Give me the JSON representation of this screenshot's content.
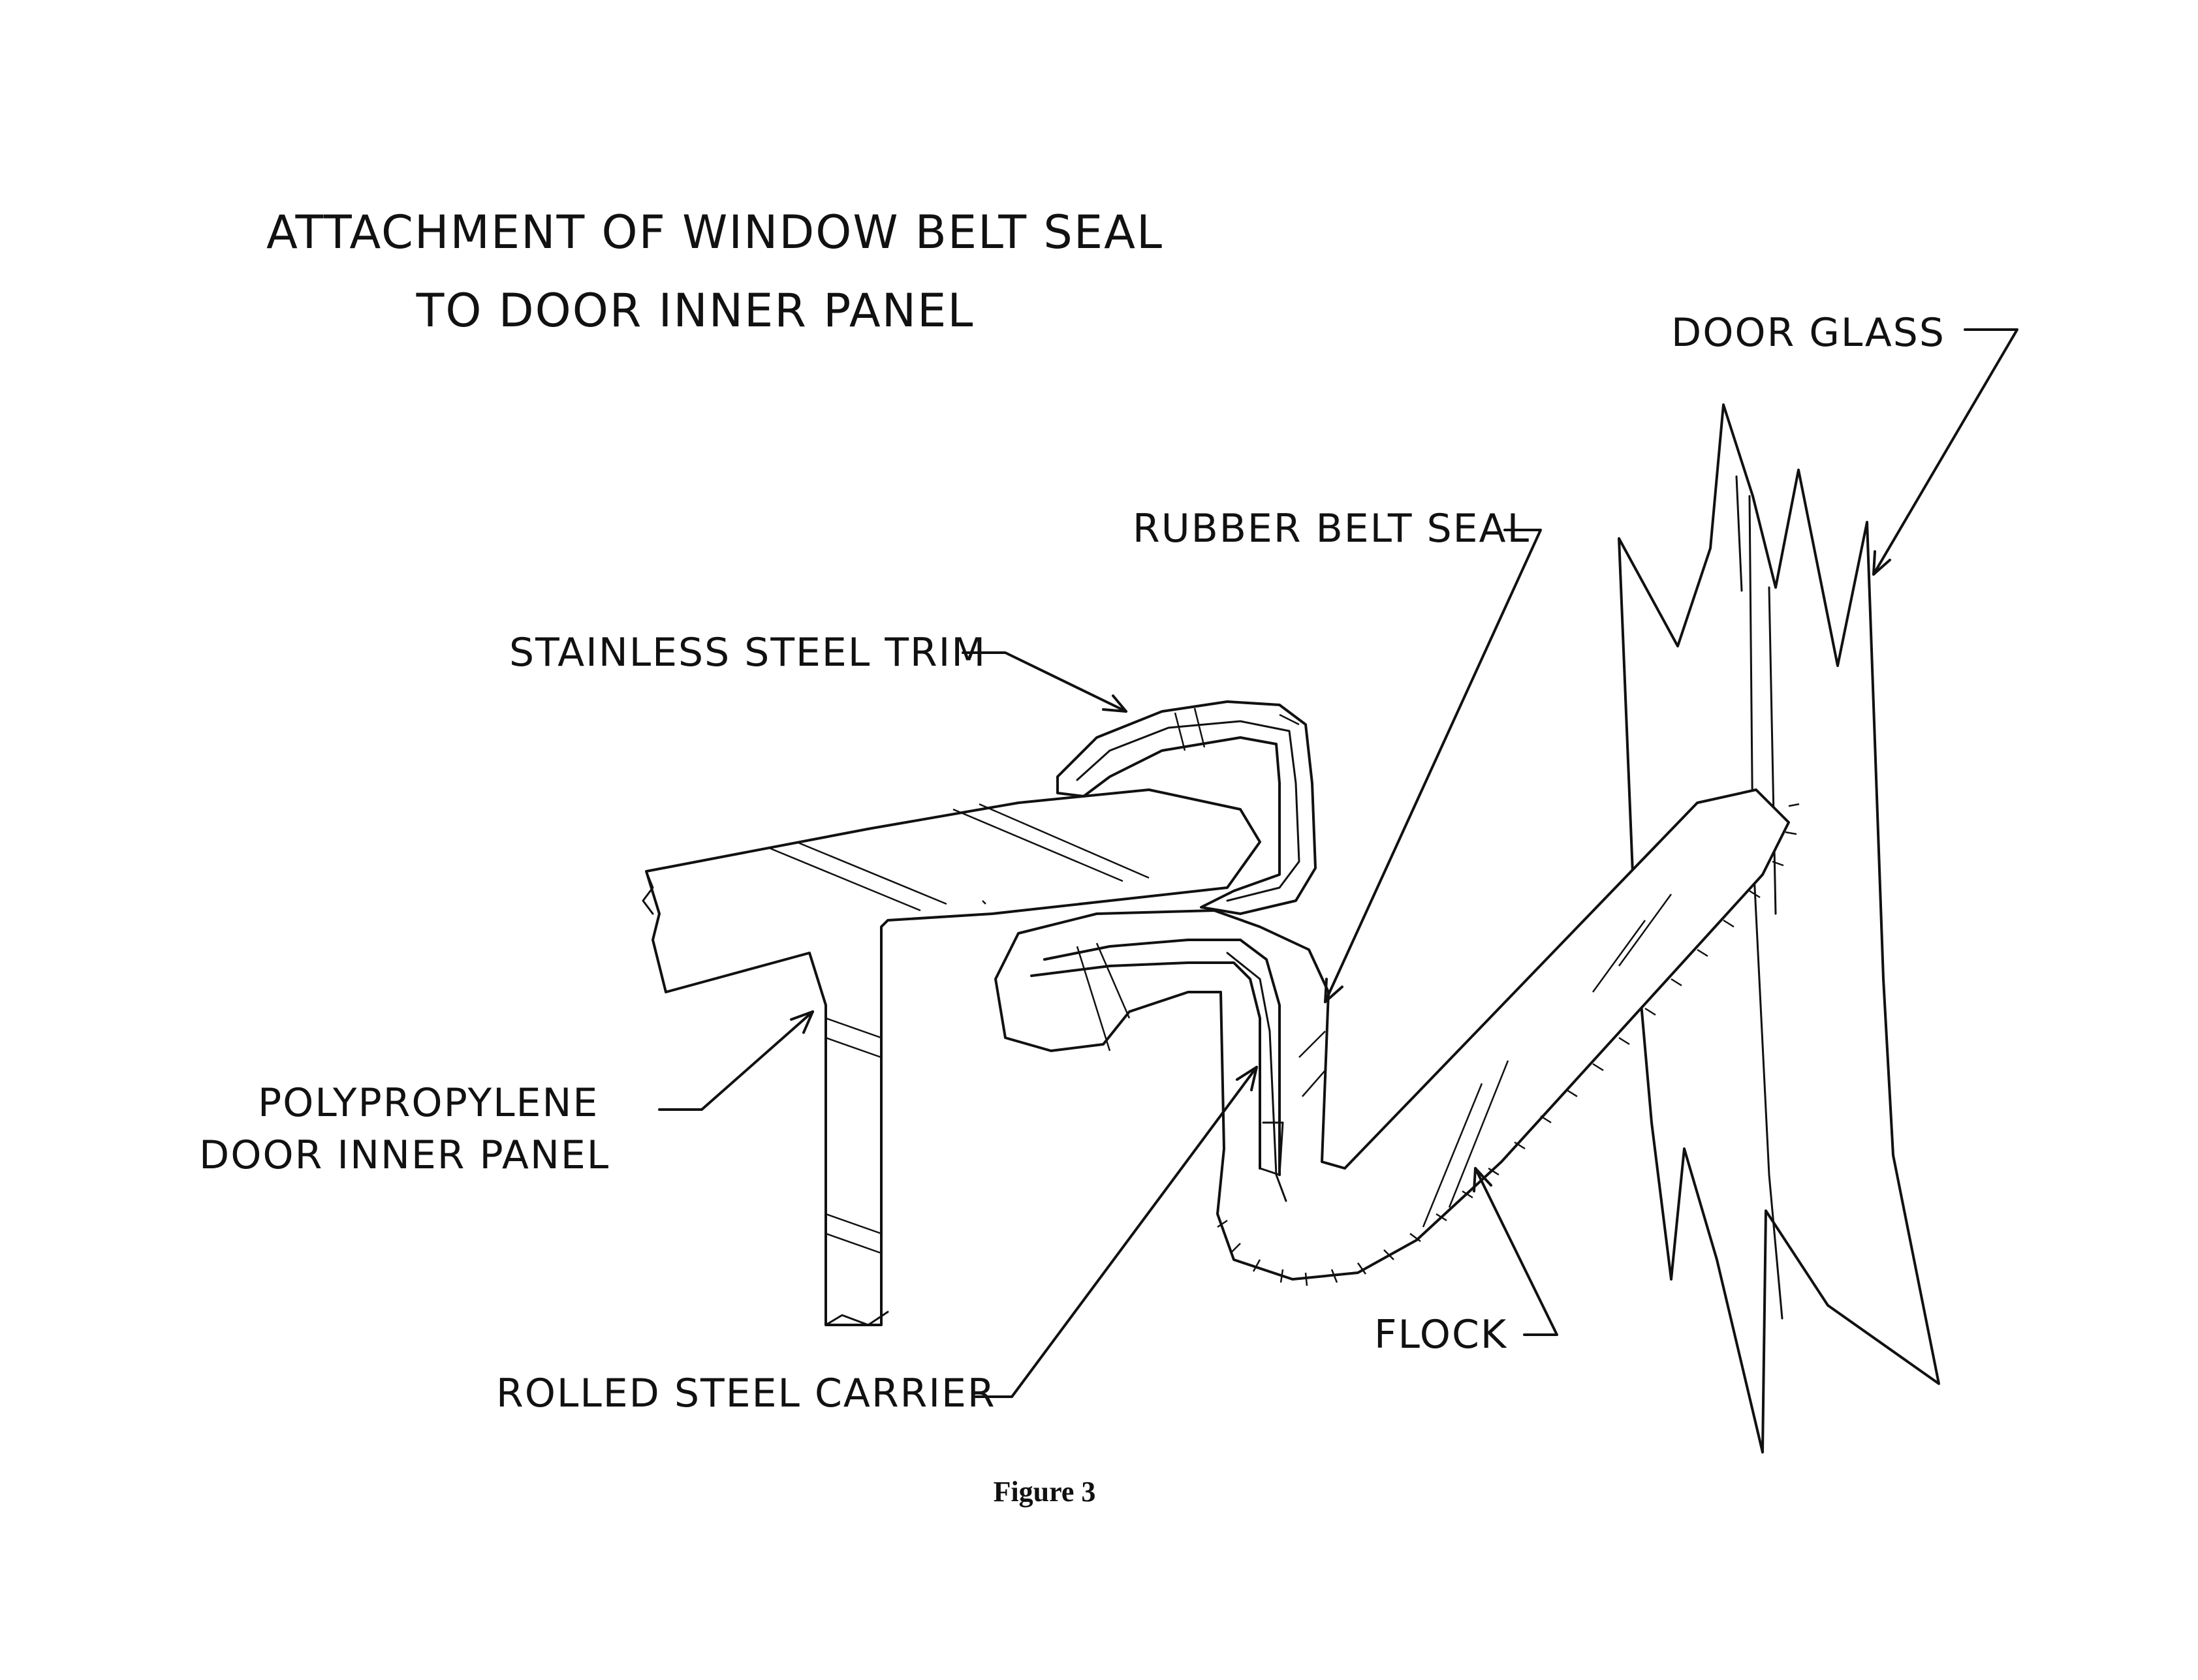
{
  "figure": {
    "title_line1": "ATTACHMENT OF WINDOW BELT SEAL",
    "title_line2": "TO DOOR INNER PANEL",
    "caption": "Figure 3"
  },
  "callouts": {
    "door_glass": "DOOR GLASS",
    "rubber_belt_seal": "RUBBER BELT SEAL",
    "stainless_steel_trim": "STAINLESS STEEL TRIM",
    "inner_panel_line1": "POLYPROPYLENE",
    "inner_panel_line2": "DOOR INNER PANEL",
    "flock": "FLOCK",
    "rolled_steel_carrier": "ROLLED STEEL CARRIER"
  },
  "colors": {
    "ink": "#111111",
    "paper": "#ffffff"
  }
}
